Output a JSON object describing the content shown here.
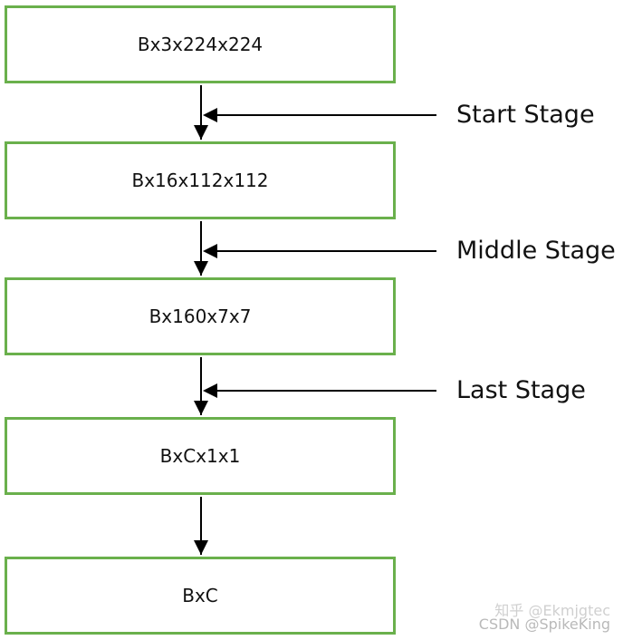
{
  "diagram": {
    "boxes": [
      {
        "label": "Bx3x224x224"
      },
      {
        "label": "Bx16x112x112"
      },
      {
        "label": "Bx160x7x7"
      },
      {
        "label": "BxCx1x1"
      },
      {
        "label": "BxC"
      }
    ],
    "stages": [
      {
        "label": "Start Stage"
      },
      {
        "label": "Middle Stage"
      },
      {
        "label": "Last Stage"
      }
    ],
    "colors": {
      "box_border": "#6ab04c",
      "arrow": "#000000"
    }
  },
  "watermark": {
    "zhihu": "知乎 @Ekmjgtec",
    "csdn": "CSDN @SpikeKing"
  }
}
